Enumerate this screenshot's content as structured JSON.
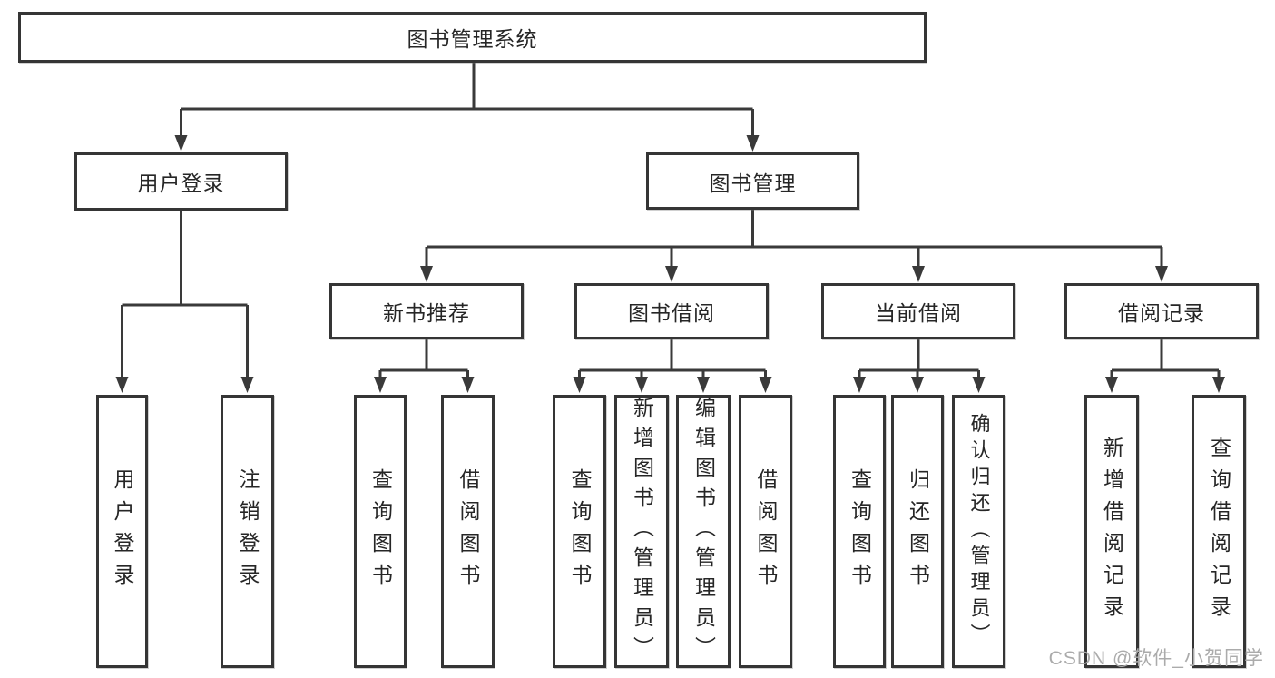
{
  "tree": {
    "root": {
      "label": "图书管理系统"
    },
    "branches": {
      "user_login": {
        "label": "用户登录",
        "children": [
          "用户登录",
          "注销登录"
        ]
      },
      "book_management": {
        "label": "图书管理",
        "sections": {
          "new_book_recommend": {
            "label": "新书推荐",
            "children": [
              "查询图书",
              "借阅图书"
            ]
          },
          "book_borrow": {
            "label": "图书借阅",
            "children": [
              "查询图书",
              "新增图书（管理员）",
              "编辑图书（管理员）",
              "借阅图书"
            ]
          },
          "current_borrow": {
            "label": "当前借阅",
            "children": [
              "查询图书",
              "归还图书",
              "确认归还（管理员）"
            ]
          },
          "borrow_records": {
            "label": "借阅记录",
            "children": [
              "新增借阅记录",
              "查询借阅记录"
            ]
          }
        }
      }
    }
  },
  "watermark": {
    "text": "CSDN @软件_小贺同学"
  },
  "colors": {
    "line": "#3a3a3a",
    "border": "#353535",
    "text": "#262626",
    "watermark": "#ababab",
    "background": "#ffffff"
  }
}
